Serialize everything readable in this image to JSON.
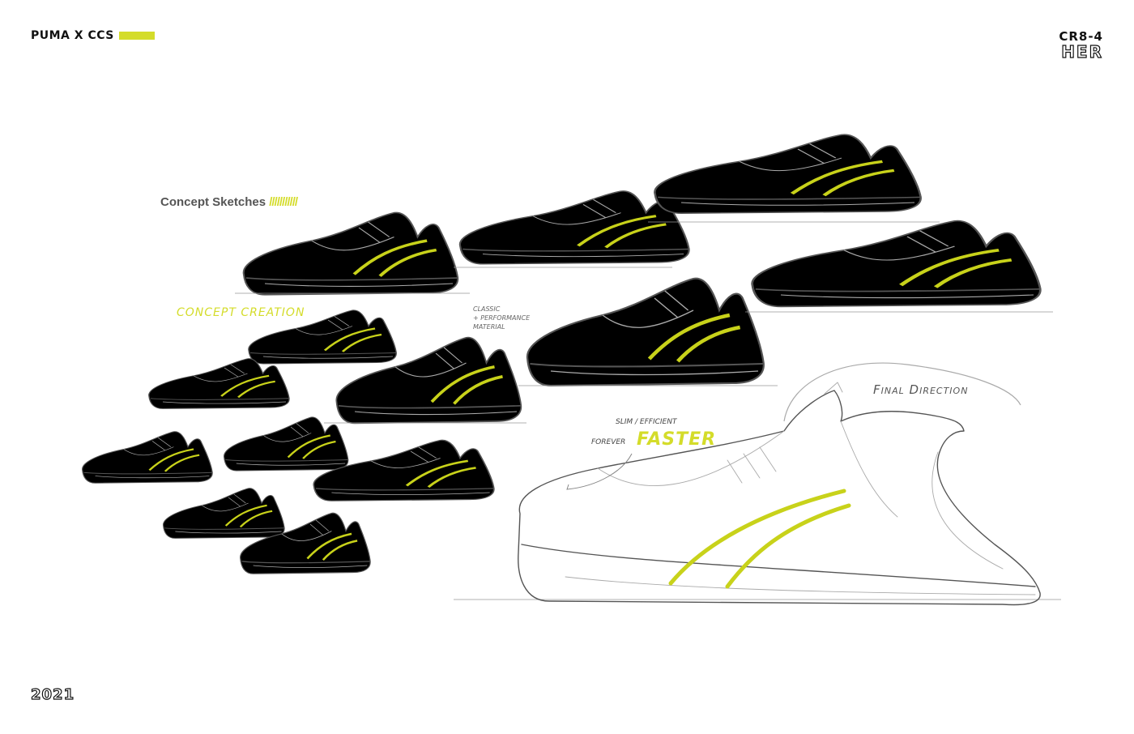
{
  "header": {
    "brand": "PUMA X CCS",
    "model_code": "CR8-4",
    "model_sub": "HER"
  },
  "footer": {
    "year": "2021"
  },
  "section_title": "Concept Sketches",
  "section_slashes": "///////////",
  "annotations": {
    "concept_creation": "CONCEPT CREATION",
    "classic_line1": "CLASSIC",
    "classic_line2": "+ PERFORMANCE",
    "classic_line3": "MATERIAL",
    "slim_efficient": "SLIM / EFFICIENT",
    "forever": "FOREVER",
    "faster": "FASTER",
    "final_direction": "Final Direction"
  },
  "colors": {
    "accent": "#d4dc2a",
    "ink": "#555555"
  }
}
